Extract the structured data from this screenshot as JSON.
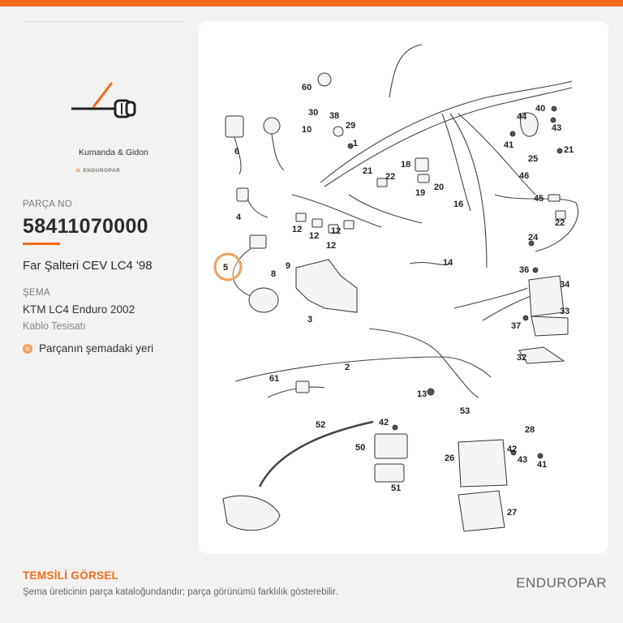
{
  "colors": {
    "accent": "#f26a1b",
    "highlight": "#f0a060"
  },
  "category": {
    "name": "Kumanda & Gidon",
    "icon": "handlebar-switch-icon"
  },
  "brand": {
    "mini_logo": "ENDUROPAR",
    "footer": "ENDUROPAR"
  },
  "part": {
    "no_label": "PARÇA NO",
    "number": "58411070000",
    "name": "Far Şalteri CEV LC4 '98"
  },
  "schema": {
    "label": "ŞEMA",
    "model": "KTM LC4 Enduro 2002",
    "section": "Kablo Tesisatı"
  },
  "legend": {
    "text": "Parçanın şemadaki yeri"
  },
  "footer": {
    "title": "TEMSİLİ GÖRSEL",
    "note": "Şema üreticinin parça kataloğundandır; parça görünümü farklılık gösterebilir."
  },
  "diagram": {
    "highlighted_callout": "5",
    "callouts": [
      "60",
      "30",
      "38",
      "29",
      "10",
      "1",
      "6",
      "40",
      "44",
      "43",
      "41",
      "25",
      "21",
      "18",
      "21",
      "22",
      "20",
      "19",
      "46",
      "16",
      "45",
      "22",
      "4",
      "12",
      "12",
      "12",
      "12",
      "24",
      "5",
      "8",
      "9",
      "14",
      "36",
      "34",
      "3",
      "33",
      "37",
      "32",
      "2",
      "61",
      "13",
      "53",
      "52",
      "42",
      "50",
      "51",
      "28",
      "42",
      "43",
      "41",
      "26",
      "27"
    ]
  }
}
